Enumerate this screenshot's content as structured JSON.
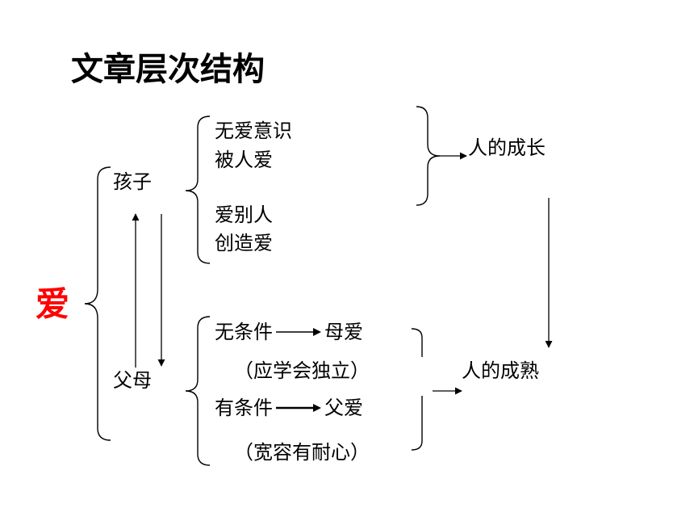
{
  "title": "文章层次结构",
  "root": {
    "label": "爱",
    "color": "#ff0000"
  },
  "child": {
    "label": "孩子",
    "items": [
      "无爱意识",
      "被人爱",
      "爱别人",
      "创造爱"
    ]
  },
  "parents": {
    "label": "父母",
    "mother": {
      "condition": "无条件",
      "love": "母爱",
      "note": "（应学会独立）"
    },
    "father": {
      "condition": "有条件",
      "love": "父爱",
      "note": "（宽容有耐心）"
    }
  },
  "outcomes": {
    "growth": "人的成长",
    "maturity": "人的成熟"
  }
}
